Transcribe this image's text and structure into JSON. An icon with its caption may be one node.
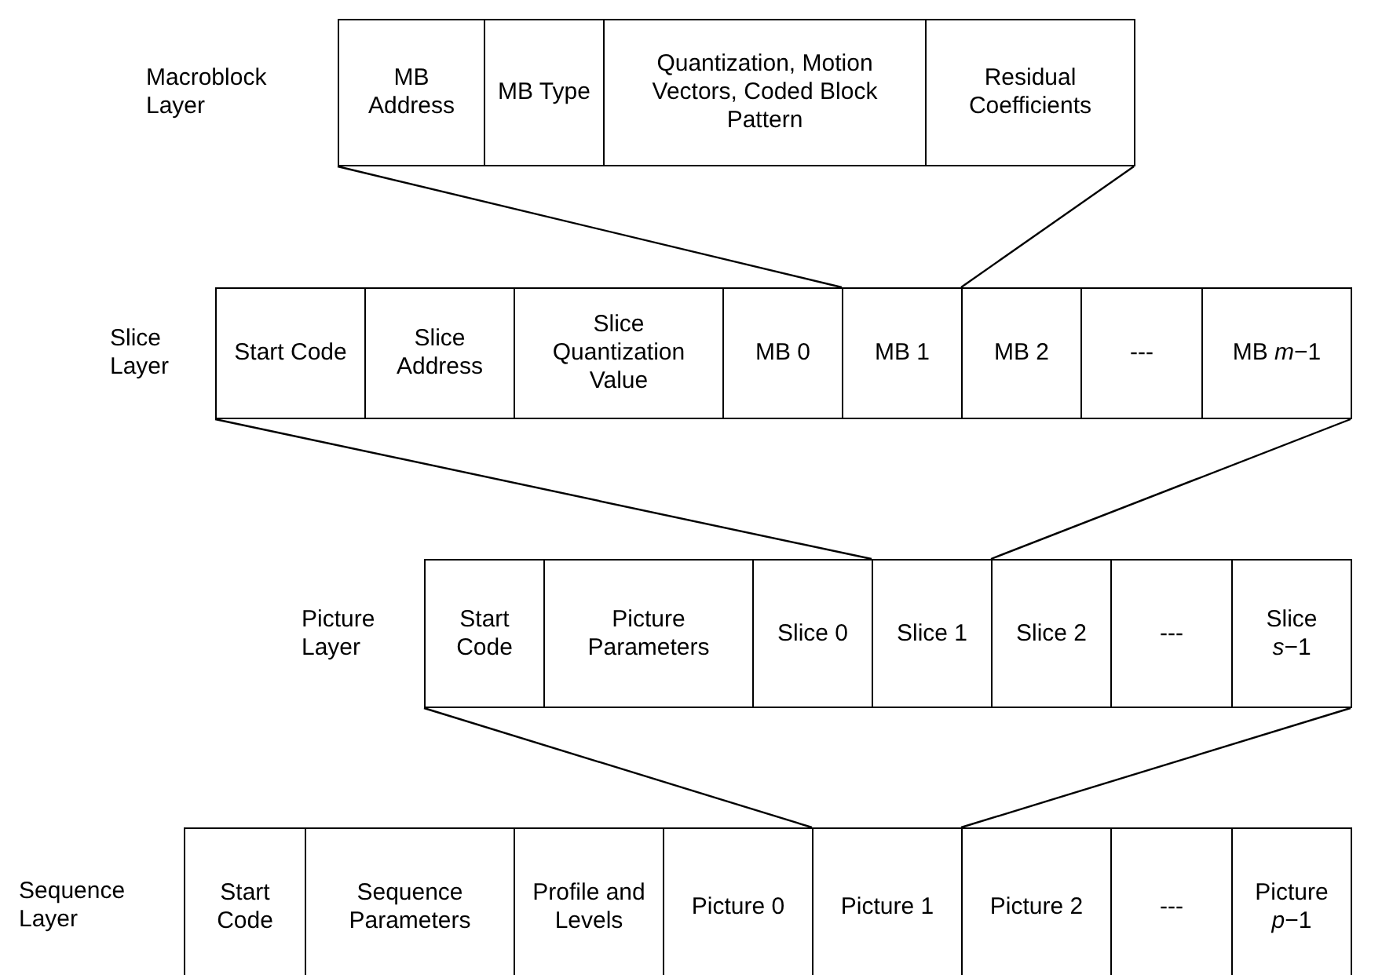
{
  "diagram": {
    "nodes": [
      {
        "text": [
          "Macroblock Layer"
        ]
      },
      {
        "text": [
          "MB Address"
        ],
        "in": 0
      },
      {
        "text": [
          "MB Type"
        ],
        "in": 0
      },
      {
        "text": [
          "Quantization, Motion Vectors, Coded Block Pattern"
        ],
        "in": 0
      },
      {
        "text": [
          "Residual Coefficients"
        ],
        "in": 0
      },
      {
        "text": [
          "Slice Layer"
        ]
      },
      {
        "text": [
          "Start Code"
        ],
        "in": 5
      },
      {
        "text": [
          "Slice Address"
        ],
        "in": 5
      },
      {
        "text": [
          "Slice Quantization Value"
        ],
        "in": 5
      },
      {
        "text": [
          "MB 0"
        ],
        "in": 5
      },
      {
        "text": [
          "MB 1"
        ],
        "in": 5
      },
      {
        "text": [
          "MB 2"
        ],
        "in": 5
      },
      {
        "text": [
          "---"
        ],
        "in": 5
      },
      {
        "text": [
          "MB *m*−1"
        ],
        "in": 5
      },
      {
        "text": [
          "Picture Layer"
        ]
      },
      {
        "text": [
          "Start Code"
        ],
        "in": 14
      },
      {
        "text": [
          "Picture Parameters"
        ],
        "in": 14
      },
      {
        "text": [
          "Slice 0"
        ],
        "in": 14
      },
      {
        "text": [
          "Slice 1"
        ],
        "in": 14
      },
      {
        "text": [
          "Slice 2"
        ],
        "in": 14
      },
      {
        "text": [
          "---"
        ],
        "in": 14
      },
      {
        "text": [
          "Slice *s*−1"
        ],
        "in": 14
      },
      {
        "text": [
          "Sequence Layer"
        ]
      },
      {
        "text": [
          "Start Code"
        ],
        "in": 22
      },
      {
        "text": [
          "Sequence Parameters"
        ],
        "in": 22
      },
      {
        "text": [
          "Profile and Levels"
        ],
        "in": 22
      },
      {
        "text": [
          "Picture 0"
        ],
        "in": 22
      },
      {
        "text": [
          "Picture 1"
        ],
        "in": 22
      },
      {
        "text": [
          "Picture 2"
        ],
        "in": 22
      },
      {
        "text": [
          "---"
        ],
        "in": 22
      },
      {
        "text": [
          "Picture *p*−1"
        ],
        "in": 22
      }
    ],
    "edges": [
      {
        "from": 10,
        "to": 0,
        "arrow": "none"
      },
      {
        "from": 10,
        "to": 0,
        "arrow": "none"
      },
      {
        "from": 18,
        "to": 5,
        "arrow": "none"
      },
      {
        "from": 18,
        "to": 5,
        "arrow": "none"
      },
      {
        "from": 27,
        "to": 14,
        "arrow": "none"
      },
      {
        "from": 27,
        "to": 14,
        "arrow": "none"
      }
    ]
  }
}
